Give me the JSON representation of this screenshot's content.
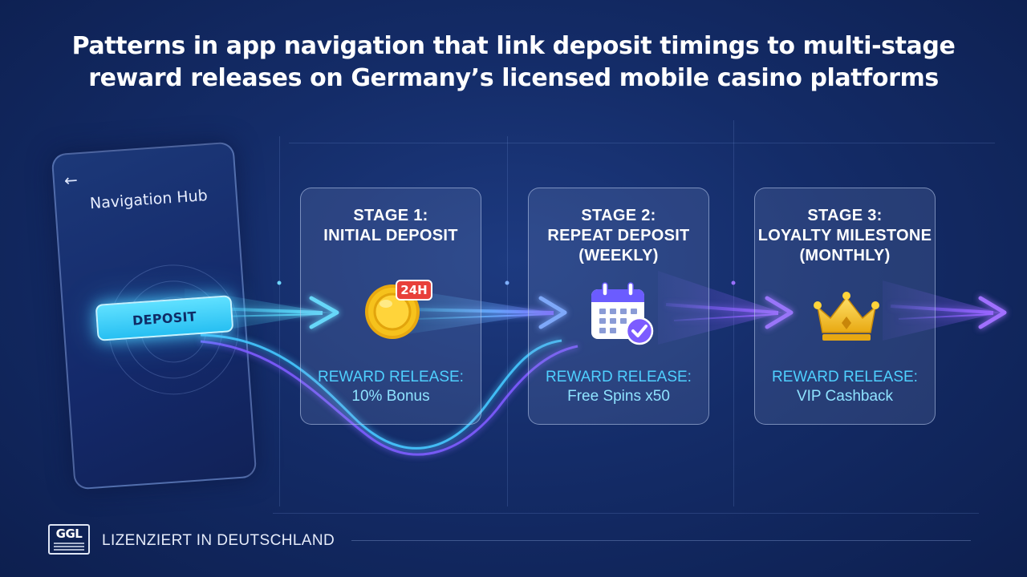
{
  "title": {
    "line1": "Patterns in app navigation that link deposit timings to multi-stage",
    "line2": "reward releases on Germany’s licensed mobile casino platforms"
  },
  "phone": {
    "back_icon": "left-arrow-icon",
    "title": "Navigation Hub",
    "deposit_label": "DEPOSIT"
  },
  "stages": [
    {
      "title_line1": "STAGE 1:",
      "title_line2": "INITIAL DEPOSIT",
      "title_line3": "",
      "icon": "gold-coin-icon",
      "badge": "24H",
      "reward_label": "REWARD RELEASE:",
      "reward_value": "10% Bonus"
    },
    {
      "title_line1": "STAGE 2:",
      "title_line2": "REPEAT DEPOSIT",
      "title_line3": "(WEEKLY)",
      "icon": "calendar-check-icon",
      "reward_label": "REWARD RELEASE:",
      "reward_value": "Free Spins x50"
    },
    {
      "title_line1": "STAGE 3:",
      "title_line2": "LOYALTY MILESTONE",
      "title_line3": "(MONTHLY)",
      "icon": "crown-icon",
      "reward_label": "REWARD RELEASE:",
      "reward_value": "VIP Cashback"
    }
  ],
  "footer": {
    "logo_text": "GGL",
    "text": "LIZENZIERT IN DEUTSCHLAND"
  },
  "colors": {
    "background": "#142c68",
    "cyan_accent": "#4fd0ff",
    "purple_accent": "#8a5cff",
    "coin_gold": "#f6c21c",
    "badge_red": "#e8403a"
  }
}
